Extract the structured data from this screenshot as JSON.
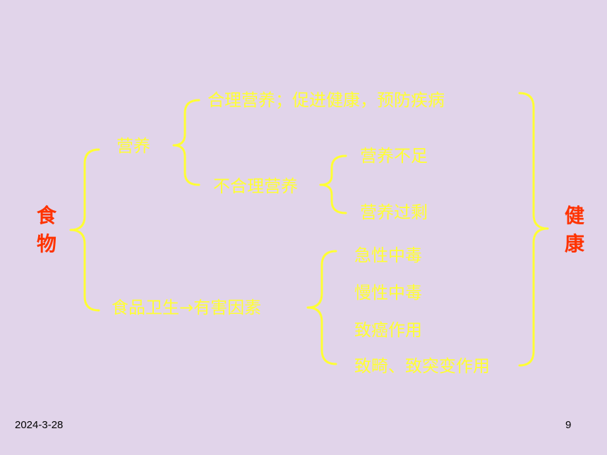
{
  "left_term": [
    "食",
    "物"
  ],
  "right_term": [
    "健",
    "康"
  ],
  "nutrition": {
    "label": "营养",
    "good": "合理营养；促进健康，预防疾病",
    "bad": {
      "label": "不合理营养",
      "items": [
        "营养不足",
        "营养过剩"
      ]
    }
  },
  "food_hygiene": {
    "label": "食品卫生→有害因素",
    "items": [
      "急性中毒",
      "慢性中毒",
      "致癌作用",
      "致畸、致突变作用"
    ]
  },
  "colors": {
    "background": "#e1d4ea",
    "text": "#ffff33",
    "accent": "#ff3300"
  },
  "footer": {
    "date": "2024-3-28",
    "page": "9"
  }
}
